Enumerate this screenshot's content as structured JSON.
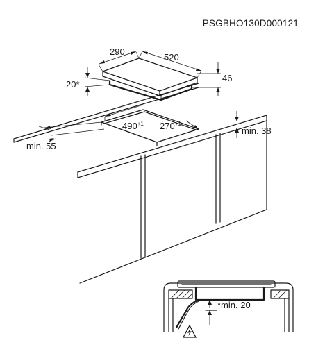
{
  "header": {
    "reference": "PSGBHO130D000121"
  },
  "hob": {
    "depth": "290",
    "width": "520",
    "height": "46",
    "clearance": "20*"
  },
  "cutout": {
    "width_value": "490",
    "width_tolerance": "+1",
    "depth_value": "270",
    "depth_tolerance": "+1"
  },
  "worktop": {
    "min_front": "min. 55",
    "min_back": "min. 38"
  },
  "inset": {
    "min_below": "*min. 20"
  }
}
